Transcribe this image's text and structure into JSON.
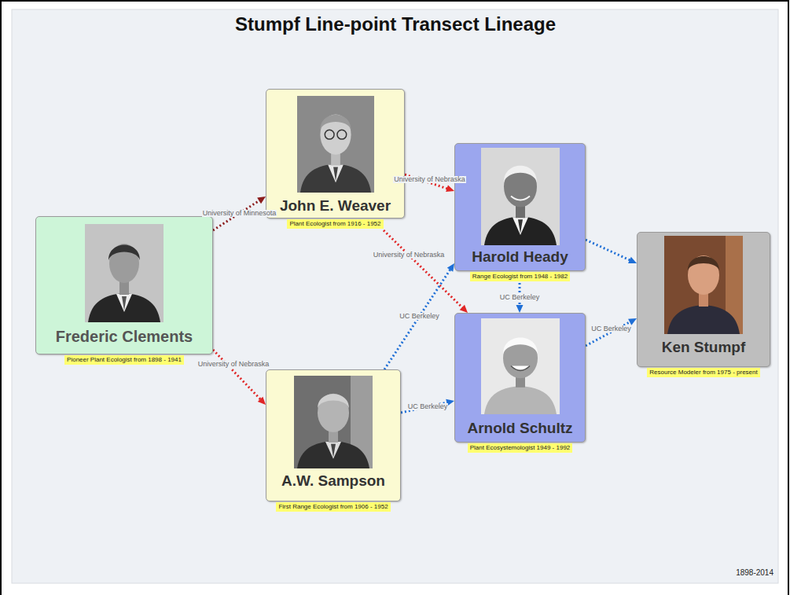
{
  "diagram": {
    "title": "Stumpf Line-point Transect Lineage",
    "nodes": [
      {
        "text": [
          "Frederic Clements",
          "Pioneer Plant Ecologist from 1898 - 1941"
        ]
      },
      {
        "text": [
          "John E. Weaver",
          "Plant Ecologist from 1916 - 1952"
        ]
      },
      {
        "text": [
          "A.W. Sampson",
          "First Range Ecologist from 1906 - 1952"
        ]
      },
      {
        "text": [
          "Harold Heady",
          "Range Ecologist from 1948 - 1982"
        ]
      },
      {
        "text": [
          "Arnold Schultz",
          "Plant Ecosystemologist 1949 - 1992"
        ]
      },
      {
        "text": [
          "Ken Stumpf",
          "Resource Modeler from 1975 - present"
        ]
      }
    ],
    "edges": [
      {
        "from": 0,
        "to": 1,
        "label": "University of Minnesota",
        "arrow": "to"
      },
      {
        "from": 0,
        "to": 2,
        "label": "University of Nebraska",
        "arrow": "to"
      },
      {
        "from": 1,
        "to": 3,
        "label": "University of Nebraska",
        "arrow": "to"
      },
      {
        "from": 1,
        "to": 4,
        "label": "University of Nebraska",
        "arrow": "to"
      },
      {
        "from": 2,
        "to": 3,
        "label": "UC Berkeley",
        "arrow": "to"
      },
      {
        "from": 2,
        "to": 4,
        "label": "UC Berkeley",
        "arrow": "to"
      },
      {
        "from": 3,
        "to": 4,
        "label": "UC Berkeley",
        "arrow": "to"
      },
      {
        "from": 3,
        "to": 5,
        "arrow": "to"
      },
      {
        "from": 4,
        "to": 5,
        "label": "UC Berkeley",
        "arrow": "to"
      }
    ],
    "labels": [
      "1898-2014"
    ]
  }
}
